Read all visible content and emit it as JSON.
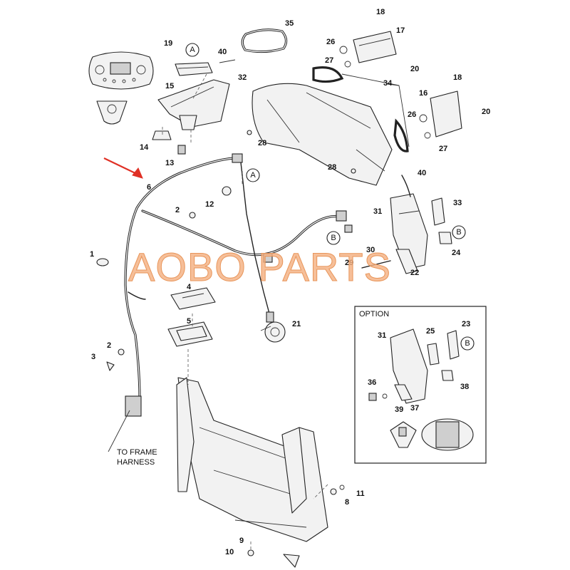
{
  "watermark": "AOBO PARTS",
  "option_box": {
    "title": "OPTION"
  },
  "notes": {
    "to_frame_harness_line1": "TO FRAME",
    "to_frame_harness_line2": "HARNESS"
  },
  "circle_labels": {
    "a_top": "A",
    "a_mid": "A",
    "b_right": "B",
    "b_mid": "B",
    "b_option": "B"
  },
  "callouts": {
    "n1": "1",
    "n2a": "2",
    "n2b": "2",
    "n3": "3",
    "n4": "4",
    "n5": "5",
    "n6": "6",
    "n8": "8",
    "n9": "9",
    "n10": "10",
    "n11": "11",
    "n12": "12",
    "n13": "13",
    "n14": "14",
    "n15": "15",
    "n16": "16",
    "n17": "17",
    "n18a": "18",
    "n18b": "18",
    "n19": "19",
    "n20a": "20",
    "n20b": "20",
    "n21": "21",
    "n22": "22",
    "n23": "23",
    "n24": "24",
    "n25": "25",
    "n26a": "26",
    "n26b": "26",
    "n27a": "27",
    "n27b": "27",
    "n28a": "28",
    "n28b": "28",
    "n29": "29",
    "n30": "30",
    "n31": "31",
    "n31b": "31",
    "n32": "32",
    "n33": "33",
    "n34": "34",
    "n35": "35",
    "n36": "36",
    "n37": "37",
    "n38": "38",
    "n39": "39",
    "n40a": "40",
    "n40b": "40"
  },
  "colors": {
    "watermark": "#f4b183",
    "arrow": "#e03025"
  }
}
